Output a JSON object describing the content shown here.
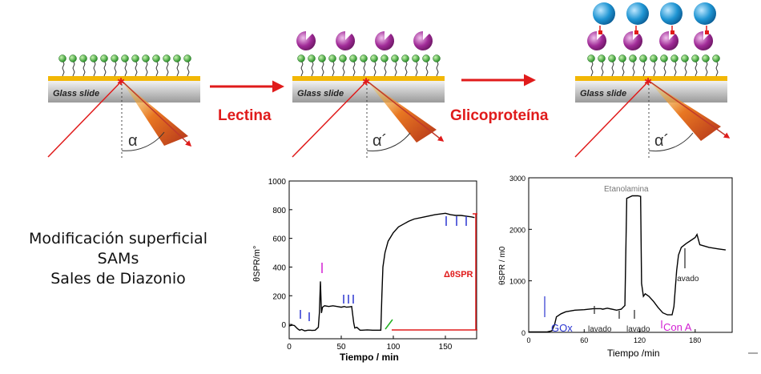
{
  "panels": [
    {
      "slide_label": "Glass slide",
      "angle_label": "α"
    },
    {
      "slide_label": "Glass slide",
      "angle_label": "α´"
    },
    {
      "slide_label": "Glass slide",
      "angle_label": "α´"
    }
  ],
  "steps": [
    "Lectina",
    "Glicoproteína"
  ],
  "modification": {
    "line1": "Modificación superficial",
    "line2": "SAMs",
    "line3": "Sales de Diazonio"
  },
  "chart_data": [
    {
      "type": "line",
      "xlabel": "Tiempo / min",
      "ylabel": "θSPR/m°",
      "xlim": [
        0,
        180
      ],
      "ylim": [
        -100,
        1000
      ],
      "x_ticks": [
        "0",
        "50",
        "100",
        "150"
      ],
      "y_ticks": [
        "0",
        "200",
        "400",
        "600",
        "800",
        "1000"
      ],
      "annotation": "ΔθSPR",
      "series": [
        {
          "x": [
            0,
            3,
            5,
            8,
            10,
            12,
            15,
            18,
            20,
            22,
            25,
            28,
            29,
            30,
            31,
            32,
            34,
            38,
            42,
            46,
            50,
            53,
            55,
            58,
            60,
            62,
            63,
            65,
            68,
            70,
            75,
            80,
            85,
            88,
            89,
            90,
            92,
            95,
            100,
            105,
            110,
            115,
            120,
            130,
            140,
            150,
            155,
            160,
            165,
            170,
            175,
            178
          ],
          "y": [
            -10,
            -5,
            -8,
            -30,
            -40,
            -35,
            -45,
            -40,
            -40,
            -42,
            -40,
            -20,
            80,
            300,
            80,
            120,
            130,
            125,
            130,
            125,
            120,
            125,
            120,
            122,
            125,
            10,
            -25,
            -20,
            -40,
            -40,
            -38,
            -40,
            -40,
            -40,
            200,
            400,
            500,
            580,
            640,
            680,
            700,
            720,
            735,
            750,
            765,
            775,
            765,
            760,
            760,
            755,
            750,
            745
          ]
        }
      ]
    },
    {
      "type": "line",
      "xlabel": "Tiempo /min",
      "ylabel": "θSPR / m0",
      "xlim": [
        0,
        220
      ],
      "ylim": [
        0,
        3000
      ],
      "x_ticks": [
        "0",
        "60",
        "120",
        "180"
      ],
      "y_ticks": [
        "0",
        "1000",
        "2000",
        "3000"
      ],
      "annotations": [
        "Etanolamina",
        "GOx",
        "lavado",
        "lavado",
        "lavado",
        "Con A"
      ],
      "series": [
        {
          "x": [
            0,
            5,
            10,
            15,
            20,
            25,
            28,
            30,
            35,
            40,
            50,
            60,
            70,
            78,
            80,
            85,
            95,
            100,
            104,
            106,
            112,
            118,
            121,
            122,
            124,
            126,
            130,
            135,
            140,
            145,
            150,
            155,
            157,
            160,
            162,
            165,
            170,
            175,
            180,
            182,
            185,
            195,
            205,
            213
          ],
          "y": [
            10,
            10,
            10,
            10,
            10,
            30,
            150,
            300,
            360,
            400,
            430,
            440,
            460,
            460,
            450,
            470,
            430,
            450,
            520,
            2600,
            2650,
            2650,
            2640,
            950,
            700,
            750,
            700,
            600,
            480,
            380,
            340,
            340,
            500,
            1200,
            1500,
            1650,
            1720,
            1780,
            1840,
            1900,
            1700,
            1650,
            1620,
            1600
          ]
        }
      ]
    }
  ]
}
